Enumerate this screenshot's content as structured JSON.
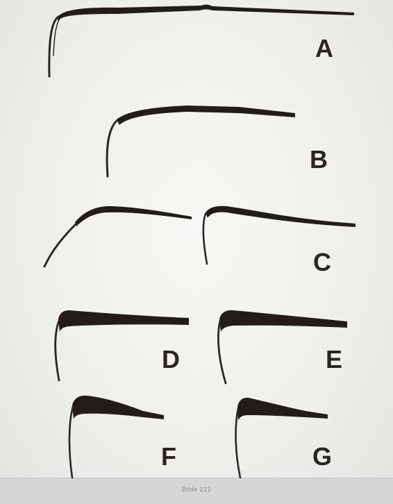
{
  "figure": {
    "labels": {
      "a": "A",
      "b": "B",
      "c": "C",
      "d": "D",
      "e": "E",
      "f": "F",
      "g": "G"
    },
    "footer": "Bilde 222"
  },
  "colors": {
    "ink": "#221d1b",
    "paper": "#eeeeeb",
    "strip": "#d4d6d5"
  }
}
